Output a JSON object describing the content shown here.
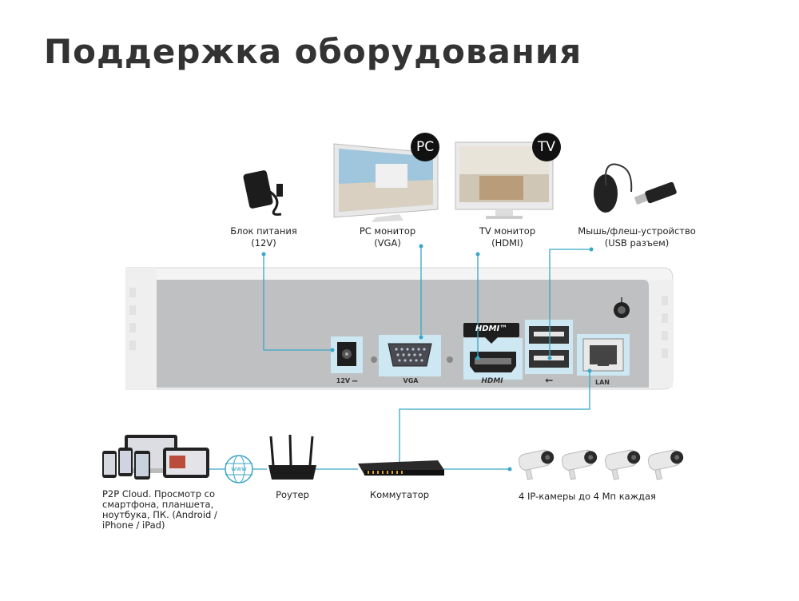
{
  "title": "Поддержка оборудования",
  "devices": {
    "power": {
      "name": "Блок питания",
      "detail": "(12V)"
    },
    "pc": {
      "name": "PC монитор",
      "detail": "(VGA)",
      "badge": "PC"
    },
    "tv": {
      "name": "TV монитор",
      "detail": "(HDMI)",
      "badge": "TV"
    },
    "usb": {
      "name": "Мышь/флеш-устройство",
      "detail": "(USB разъем)"
    }
  },
  "ports": {
    "power": "12V ⎓",
    "vga": "VGA",
    "hdmi_badge": "HDMI™",
    "hdmi": "HDMI",
    "usb": "⭠",
    "lan": "LAN"
  },
  "network": {
    "cloud": "P2P Cloud. Просмотр со смартфона, планшета, ноутбука, ПК. (Android / iPhone / iPad)",
    "www": "www",
    "router": "Роутер",
    "switch": "Коммутатор",
    "cameras": "4 IP-камеры до 4 Мп каждая"
  },
  "colors": {
    "line": "#3aa6c8",
    "highlight": "#cde8f2"
  }
}
